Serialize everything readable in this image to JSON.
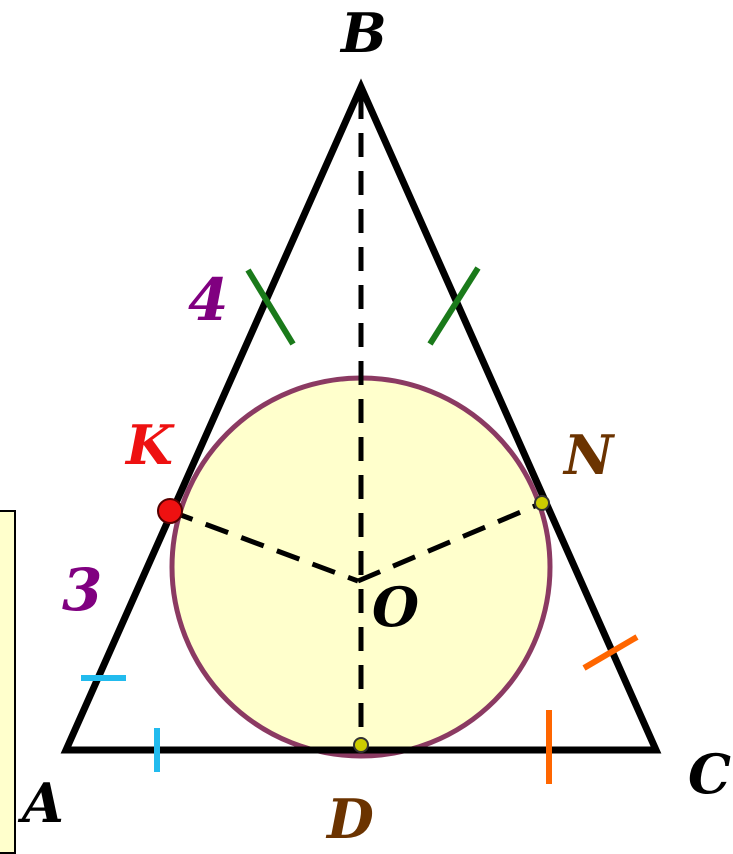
{
  "labels": {
    "B": "B",
    "A": "A",
    "C": "C",
    "D": "D",
    "K": "K",
    "N": "N",
    "O": "O",
    "len4": "4",
    "len3": "3"
  },
  "colors": {
    "edge": "#000000",
    "circle_stroke": "#8b3a62",
    "circle_fill": "#ffffcc",
    "tick_green": "#1a7a1a",
    "tick_cyan": "#22bbee",
    "tick_orange": "#ff6600",
    "label_K": "#ee1111",
    "label_N": "#6b3300",
    "label_D": "#6b3300",
    "label_len": "#800080",
    "point_K": "#ee1111",
    "point_small": "#cccc00"
  }
}
